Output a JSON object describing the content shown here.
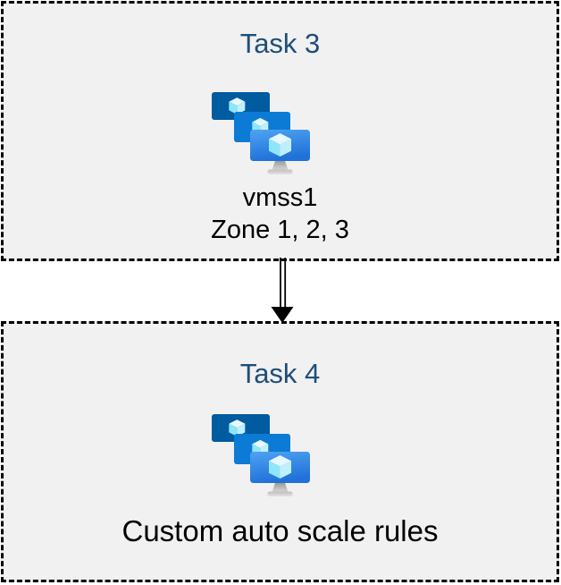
{
  "diagram": {
    "nodes": [
      {
        "id": "task3",
        "title": "Task 3",
        "icon": "vm-scale-sets",
        "caption_lines": [
          "vmss1",
          "Zone 1, 2, 3"
        ]
      },
      {
        "id": "task4",
        "title": "Task 4",
        "icon": "vm-scale-sets",
        "caption_lines": [
          "Custom auto scale rules"
        ]
      }
    ],
    "connector": {
      "shape": "double-line-arrow",
      "direction": "down",
      "from": "Task 3",
      "to": "Task 4"
    },
    "colors": {
      "box_background": "#F1F1F1",
      "box_border": "#000000",
      "title_text": "#1F4E79",
      "caption_text": "#000000",
      "monitor_back": "#005BA1",
      "monitor_middle": "#0B7BD6",
      "monitor_front_top": "#4FA3F1",
      "monitor_front_bottom": "#2071D8",
      "cube_top_face": "#E6F8FF",
      "cube_left_face": "#8FE5F9",
      "cube_right_face": "#C0F0FE",
      "stand_gray_dark": "#8A8A8A",
      "stand_gray_light": "#E3E3E3",
      "arrow": "#000000"
    }
  }
}
